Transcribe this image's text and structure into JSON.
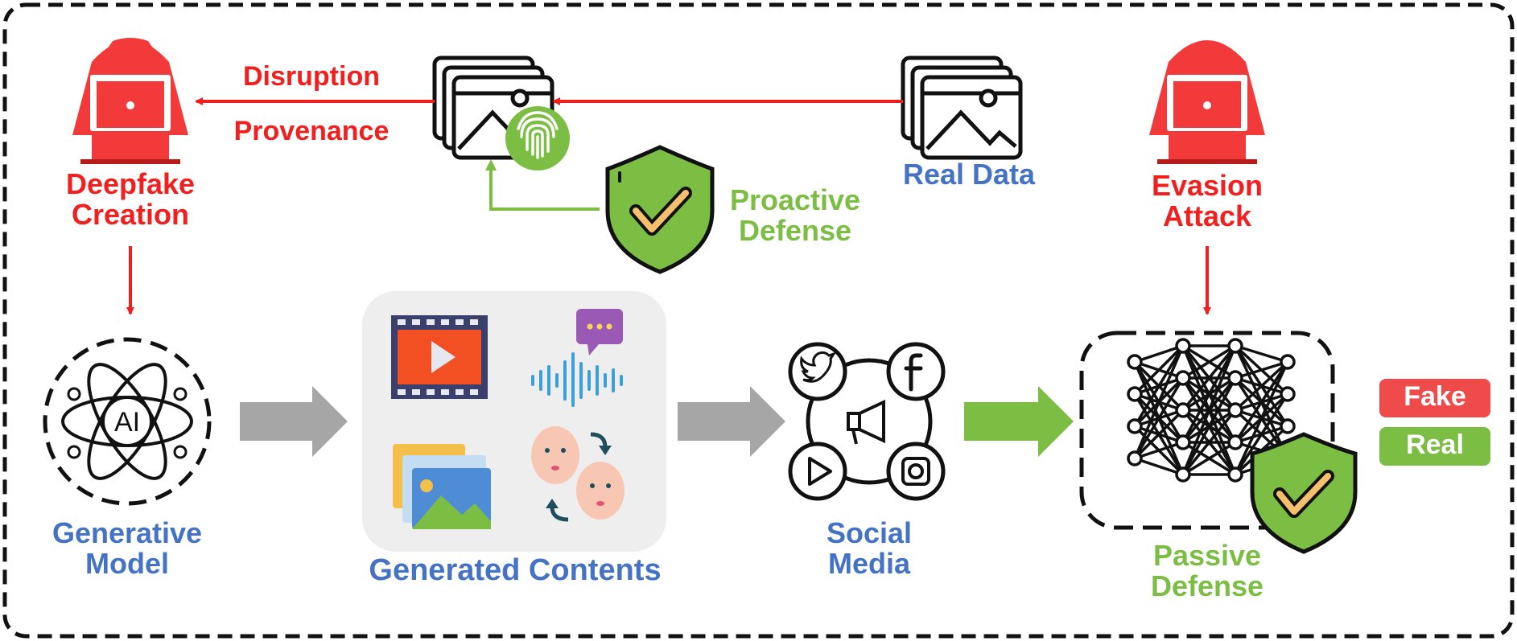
{
  "labels": {
    "deepfake_creation": [
      "Deepfake",
      "Creation"
    ],
    "disruption": "Disruption",
    "provenance": "Provenance",
    "real_data": "Real Data",
    "proactive_defense": [
      "Proactive",
      "Defense"
    ],
    "evasion_attack": [
      "Evasion",
      "Attack"
    ],
    "generative_model": [
      "Generative",
      "Model"
    ],
    "generated_contents": "Generated Contents",
    "social_media": [
      "Social",
      "Media"
    ],
    "passive_defense": [
      "Passive",
      "Defense"
    ],
    "fake": "Fake",
    "real": "Real",
    "ai_glyph": "AI"
  },
  "colors": {
    "attack_red": "#f21f1f",
    "info_blue": "#4472c4",
    "defense_green": "#7cbd44",
    "flow_gray": "#a6a6a6",
    "border": "#111111"
  },
  "icons": [
    "hacker-icon",
    "image-stack-icon",
    "fingerprint-icon",
    "shield-check-icon",
    "ai-atom-icon",
    "video-icon",
    "audio-icon",
    "photo-icon",
    "face-swap-icon",
    "twitter-icon",
    "facebook-icon",
    "youtube-icon",
    "instagram-icon",
    "megaphone-icon",
    "neural-network-icon"
  ]
}
